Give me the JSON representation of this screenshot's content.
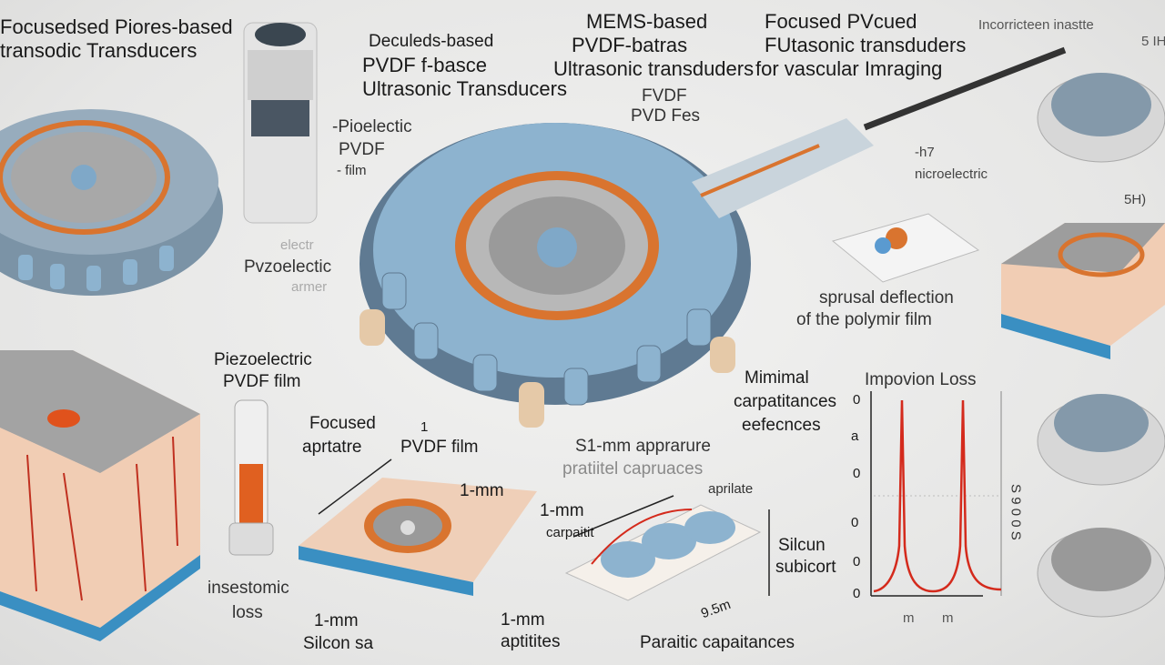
{
  "labels": {
    "top_left_line1": "Focusedsed Piores-based",
    "top_left_line2": "transodic Transducers",
    "top_mid_line1": "Deculeds-based",
    "top_mid_line2": "PVDF f-basce",
    "top_mid_line3": "Ultrasonic Transducers",
    "mems_line1": "MEMS-based",
    "mems_line2": "PVDF-batras",
    "mems_line3": "Ultrasonic transduders",
    "focused_line1": "Focused PVcued",
    "focused_line2": "FUtasonic transduders",
    "focused_line3": "for vascular Imraging",
    "top_right": "Incorricteen inastte",
    "top_right_2": "5 IH",
    "fvdf_1": "FVDF",
    "fvdf_2": "PVD Fes",
    "pioelectric_1": "-Pioelectic",
    "pioelectric_2": "PVDF",
    "pioelectric_3": "- film",
    "nicroelectric_1": "-h7",
    "nicroelectric_2": "nicroelectric",
    "right_5h": "5H)",
    "electric_faint": "electr",
    "pvzoelectic": "Pvzoelectic",
    "armer_faint": "armer",
    "deflection_1": "sprusal deflection",
    "deflection_2": "of the polymir film",
    "piezo_1": "Piezoelectric",
    "piezo_2": "PVDF film",
    "insestomic_1": "insestomic",
    "insestomic_2": "loss",
    "focused_ap_1": "Focused",
    "focused_ap_2": "aprtatre",
    "pvdf_film_1": "1",
    "pvdf_film_2": "PVDF film",
    "mm_1": "1-mm",
    "mm_bottom_1": "1-mm",
    "silicon_sa": "Silcon sa",
    "mm_bottom_2": "1-mm",
    "aptites": "aptitites",
    "aperture_1": "S1-mm apprarure",
    "aperture_2": "pratiitel capruaces",
    "mm_carp_1": "1-mm",
    "mm_carp_2": "carpaitit",
    "apflate": "aprilate",
    "silicon_sub_1": "Silcun",
    "silicon_sub_2": "subicort",
    "dim_95": "9.5m",
    "parasitic": "Paraitic capaitances",
    "minimal_1": "Mimimal",
    "minimal_2": "carpatitances",
    "minimal_3": "eefecnces",
    "chart_title": "Impovion Loss",
    "chart_yticks": [
      "0",
      "a",
      "0",
      "0",
      "0",
      "0"
    ],
    "chart_xticks": [
      "m",
      "m"
    ],
    "chart_ylabel": "S 9 0 0 S"
  },
  "colors": {
    "orange": "#d9742f",
    "blue": "#8db3cf",
    "red": "#d42a1c",
    "skin": "#f1cdb4",
    "base": "#3a8fc2"
  }
}
